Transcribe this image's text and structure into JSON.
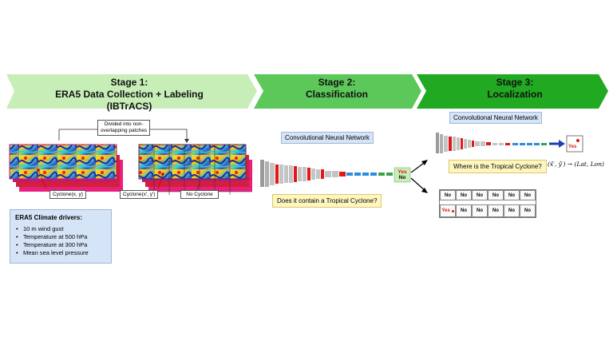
{
  "colors": {
    "stage1": "#c8eeb8",
    "stage2": "#5cc85a",
    "stage3": "#22a922",
    "cnn_gray": "#c4c4c4",
    "cnn_red": "#e01818",
    "cnn_blue": "#2a8fd8",
    "cnn_green": "#3aa24a",
    "arrow_blue": "#1f3fb0"
  },
  "stages": [
    {
      "title_line1": "Stage 1:",
      "title_line2": "ERA5 Data Collection + Labeling (IBTrACS)"
    },
    {
      "title_line1": "Stage 2:",
      "title_line2": "Classification"
    },
    {
      "title_line1": "Stage 3:",
      "title_line2": "Localization"
    }
  ],
  "stage1": {
    "divided_label_line1": "Divided into non-",
    "divided_label_line2": "overlapping patches",
    "cyclone_xy_label": "Cyclone(x, y)",
    "cyclone_xy_prime_label": "Cyclone(x′, y′)",
    "no_cyclone_label": "No Cyclone",
    "drivers": {
      "title": "ERA5 Climate drivers:",
      "items": [
        "10 m wind gust",
        "Temperature at 500 hPa",
        "Temperature at 300 hPa",
        "Mean sea level pressure"
      ]
    }
  },
  "stage2": {
    "cnn_label": "Convolutional Neural Network",
    "question": "Does it contain a Tropical Cyclone?",
    "out_yes": "Yes",
    "out_no": "No"
  },
  "stage3": {
    "cnn_label": "Convolutional Neural Network",
    "question": "Where is the Tropical Cyclone?",
    "yes_label": "Yes",
    "mapping": "(x̂′, ŷ′) → (Lat, Lon)",
    "grid": [
      [
        "No",
        "No",
        "No",
        "No",
        "No",
        "No"
      ],
      [
        "Yes",
        "No",
        "No",
        "No",
        "No",
        "No"
      ]
    ]
  }
}
